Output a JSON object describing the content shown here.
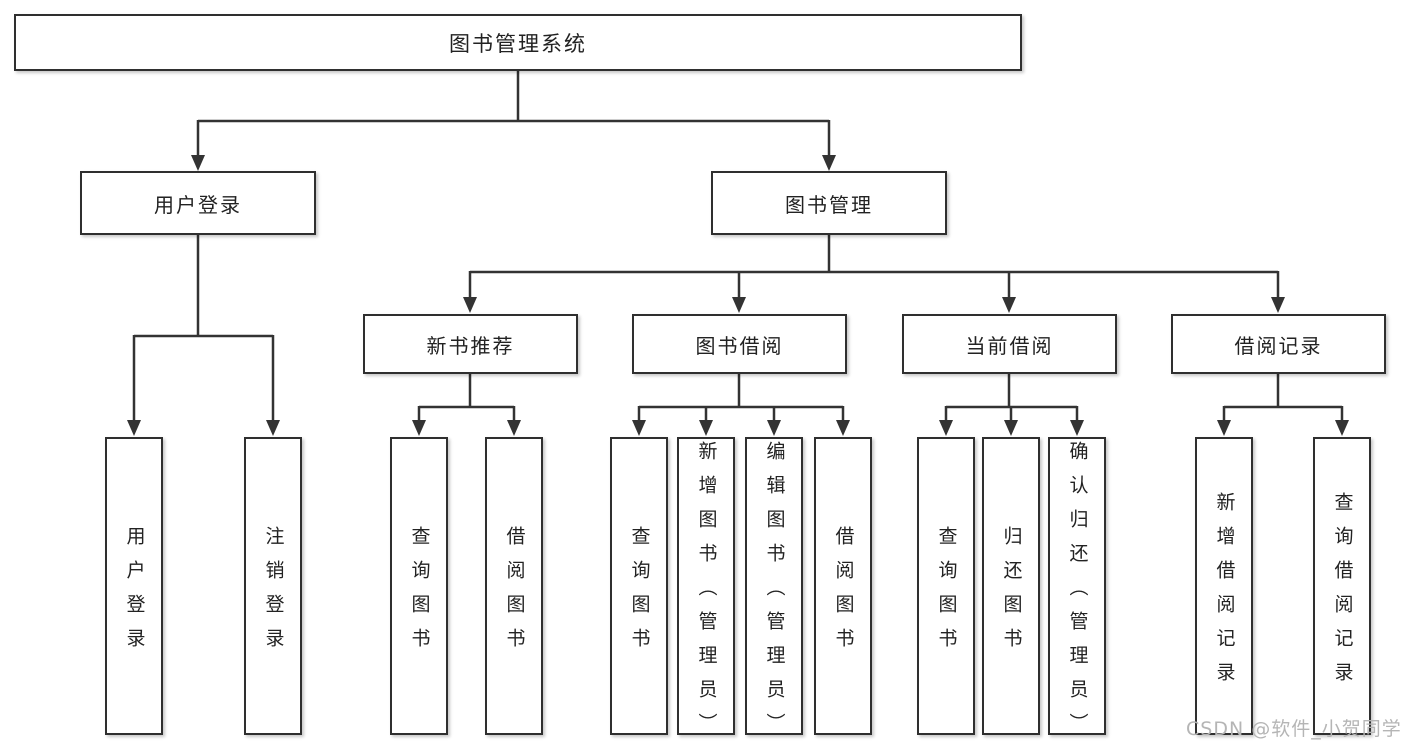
{
  "diagram": {
    "root": "图书管理系统",
    "level2": {
      "user_login": "用户登录",
      "book_management": "图书管理"
    },
    "level3": {
      "new_book": "新书推荐",
      "book_borrow": "图书借阅",
      "current_borrow": "当前借阅",
      "borrow_record": "借阅记录"
    },
    "leaves": {
      "user_login": [
        "用户登录",
        "注销登录"
      ],
      "new_book": [
        "查询图书",
        "借阅图书"
      ],
      "book_borrow": [
        "查询图书",
        "新增图书（管理员）",
        "编辑图书（管理员）",
        "借阅图书"
      ],
      "current_borrow": [
        "查询图书",
        "归还图书",
        "确认归还（管理员）"
      ],
      "borrow_record": [
        "新增借阅记录",
        "查询借阅记录"
      ]
    }
  },
  "watermark": "CSDN @软件_小贺同学",
  "colors": {
    "line": "#333333",
    "box_border": "#2f2f2f",
    "box_fill": "#ffffff",
    "text": "#222222",
    "watermark": "#b5b5b5",
    "background": "#ffffff"
  }
}
